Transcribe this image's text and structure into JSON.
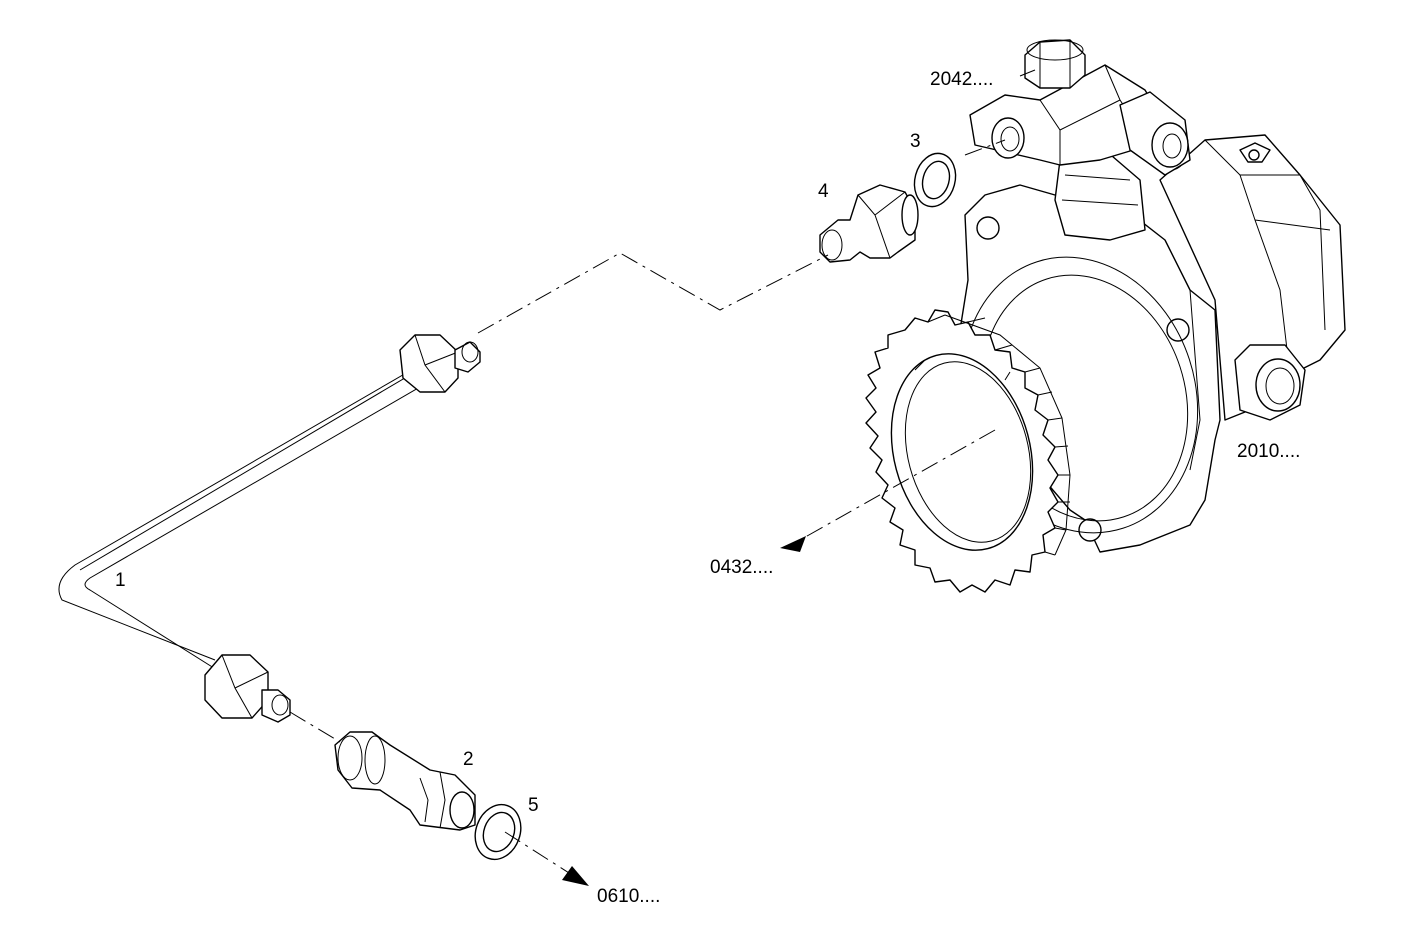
{
  "callouts": {
    "part_1": "1",
    "part_2": "2",
    "part_3": "3",
    "part_4": "4",
    "part_5": "5"
  },
  "references": {
    "ref_2042": "2042....",
    "ref_2010": "2010....",
    "ref_0432": "0432....",
    "ref_0610": "0610...."
  }
}
